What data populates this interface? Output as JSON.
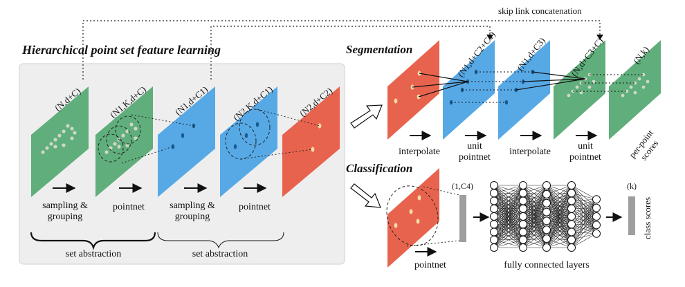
{
  "title": "Hierarchical point set feature learning",
  "skip_link": "skip link concatenation",
  "segmentation": {
    "title": "Segmentation",
    "dims": [
      "(N1,d+C2+C1)",
      "(N1,d+C3)",
      "(N,d+C3+C)",
      "(N,k)"
    ],
    "labels": [
      "interpolate",
      "unit\npointnet",
      "interpolate",
      "unit\npointnet"
    ],
    "output": "per-point\nscores"
  },
  "classification": {
    "title": "Classification",
    "feature_dim": "(1,C4)",
    "step": "pointnet",
    "fc": "fully connected layers",
    "out_dim": "(k)",
    "output": "class scores"
  },
  "encoder": {
    "dims": [
      "(N,d+C)",
      "(N1,K,d+C)",
      "(N1,d+C1)",
      "(N2,K,d+C1)",
      "(N2,d+C2)"
    ],
    "steps": [
      "sampling &\ngrouping",
      "pointnet",
      "sampling &\ngrouping",
      "pointnet"
    ],
    "groups": [
      "set abstraction",
      "set abstraction"
    ]
  },
  "colors": {
    "green": "#5fae7c",
    "blue": "#57a9e6",
    "red": "#e8634d",
    "gray_panel": "#eeeeee"
  }
}
